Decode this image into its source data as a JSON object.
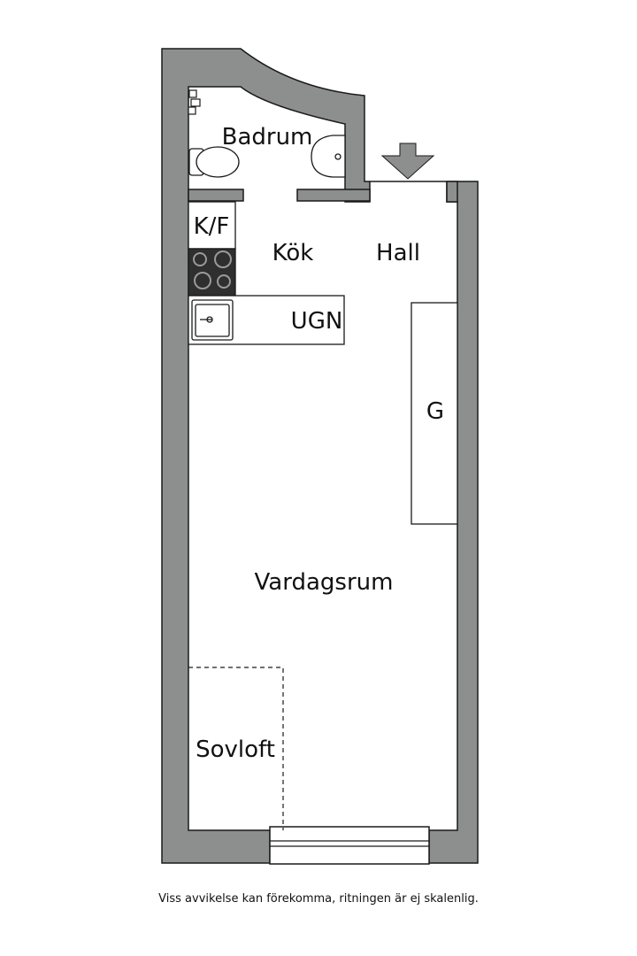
{
  "rooms": {
    "badrum": "Badrum",
    "kok": "Kök",
    "hall": "Hall",
    "vardagsrum": "Vardagsrum",
    "sovloft": "Sovloft"
  },
  "fixtures": {
    "kf": "K/F",
    "ugn": "UGN",
    "g": "G"
  },
  "disclaimer": "Viss avvikelse kan förekomma, ritningen är ej skalenlig.",
  "colors": {
    "wall": "#8c8f8e",
    "outline": "#1a1a1a",
    "stove": "#2f2f2f",
    "arrow": "#8c8f8e"
  }
}
